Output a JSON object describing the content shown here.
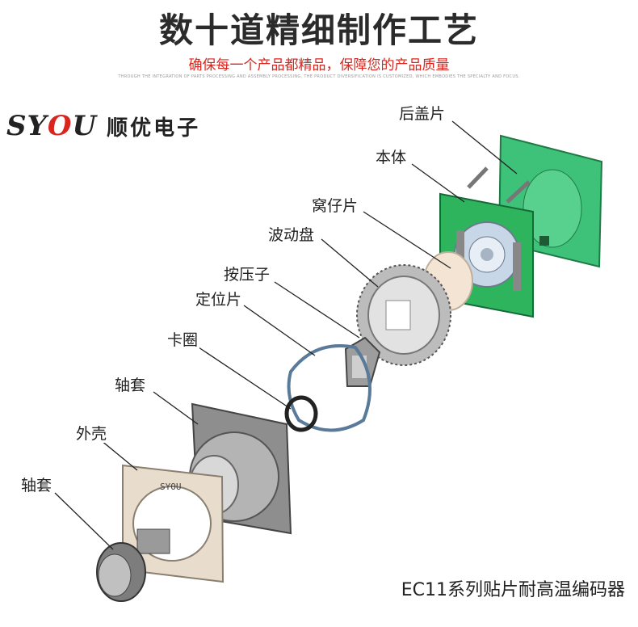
{
  "header": {
    "title": "数十道精细制作工艺",
    "subtitle": "确保每一个产品都精品，保障您的产品质量",
    "tagline": "THROUGH THE INTEGRATION OF PARTS PROCESSING AND ASSEMBLY PROCESSING, THE PRODUCT DIVERSIFICATION IS CUSTOMIZED, WHICH EMBODIES THE SPECIALTY AND FOCUS."
  },
  "logo": {
    "mark_left": "SY",
    "mark_o": "O",
    "mark_right": "U",
    "company": "顺优电子"
  },
  "parts": [
    {
      "label": "后盖片"
    },
    {
      "label": "本体"
    },
    {
      "label": "窝仔片"
    },
    {
      "label": "波动盘"
    },
    {
      "label": "按压子"
    },
    {
      "label": "定位片"
    },
    {
      "label": "卡圈"
    },
    {
      "label": "轴套"
    },
    {
      "label": "外壳"
    },
    {
      "label": "轴套"
    }
  ],
  "shell_marking": "SYOU",
  "footer": {
    "product_name": "EC11系列贴片耐高温编码器"
  },
  "colors": {
    "accent_red": "#d9251d",
    "body_green": "#2fb45e",
    "back_plate_green": "#3ec27a",
    "metal_gray": "#9a9a9a"
  }
}
